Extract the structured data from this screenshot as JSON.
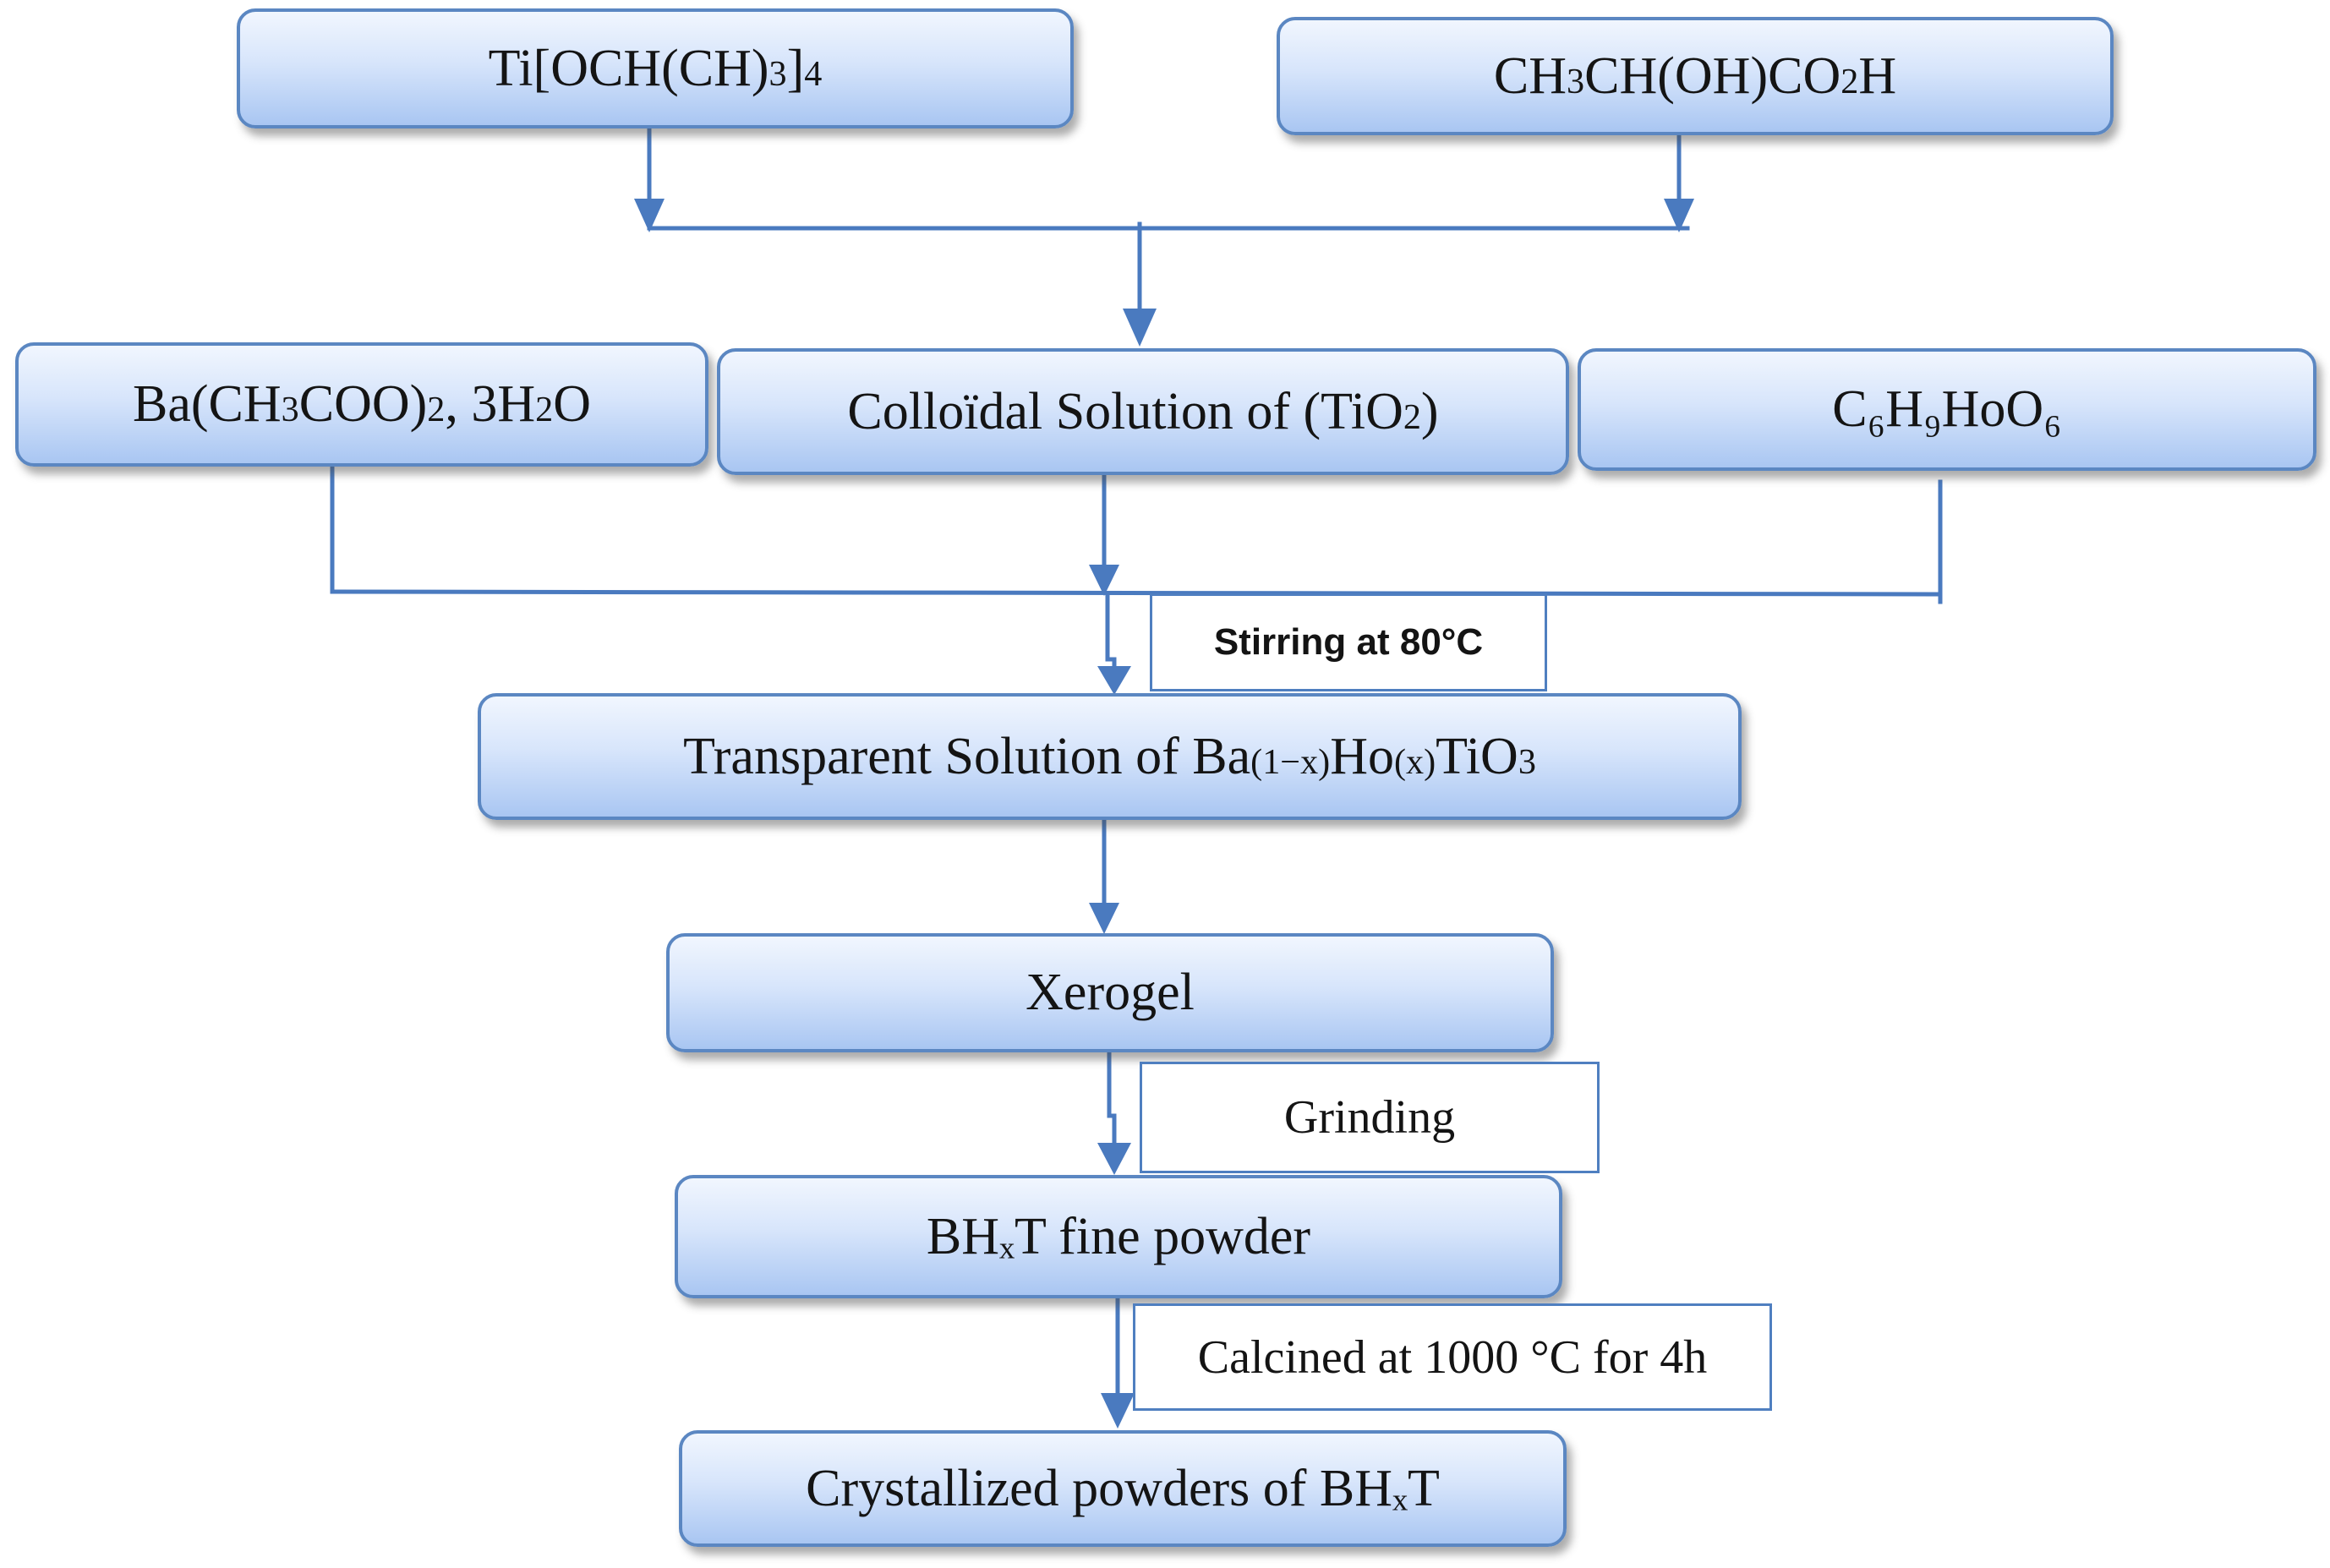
{
  "nodes": {
    "ti_precursor": {
      "parts": [
        {
          "t": "Ti[OCH(CH)"
        },
        {
          "t": "3",
          "sub": true
        },
        {
          "t": "]"
        },
        {
          "t": "4",
          "sub": true
        }
      ]
    },
    "lactic_acid": {
      "parts": [
        {
          "t": "CH"
        },
        {
          "t": "3",
          "sub": true
        },
        {
          "t": "CH(OH)CO"
        },
        {
          "t": "2",
          "sub": true
        },
        {
          "t": "H"
        }
      ]
    },
    "barium_acetate": {
      "parts": [
        {
          "t": "Ba(CH"
        },
        {
          "t": "3",
          "sub": true
        },
        {
          "t": "COO)"
        },
        {
          "t": "2",
          "sub": true
        },
        {
          "t": ", 3H"
        },
        {
          "t": "2",
          "sub": true
        },
        {
          "t": "O"
        }
      ]
    },
    "colloidal_solution": {
      "parts": [
        {
          "t": "Colloïdal Solution of (TiO"
        },
        {
          "t": "2",
          "sub": true
        },
        {
          "t": ")"
        }
      ]
    },
    "holmium_acetate": {
      "parts": [
        {
          "t": "C₆H₉HoO₆"
        }
      ]
    },
    "transparent_solution": {
      "parts": [
        {
          "t": "Transparent Solution of  Ba"
        },
        {
          "t": "(1−x)",
          "sub": true
        },
        {
          "t": "Ho"
        },
        {
          "t": "(x)",
          "sub": true
        },
        {
          "t": "TiO"
        },
        {
          "t": "3",
          "sub": true
        }
      ]
    },
    "xerogel": {
      "parts": [
        {
          "t": "Xerogel"
        }
      ]
    },
    "fine_powder": {
      "parts": [
        {
          "t": "BHₓT fine powder"
        }
      ]
    },
    "crystallized_powder": {
      "parts": [
        {
          "t": "Crystallized powders of BHₓT"
        }
      ]
    }
  },
  "steps": {
    "stirring": "Stirring at 80°C",
    "grinding": "Grinding",
    "calcination": "Calcined at 1000 °C for 4h"
  },
  "colors": {
    "arrow": "#4a7abf",
    "box_border": "#5b87c2"
  }
}
